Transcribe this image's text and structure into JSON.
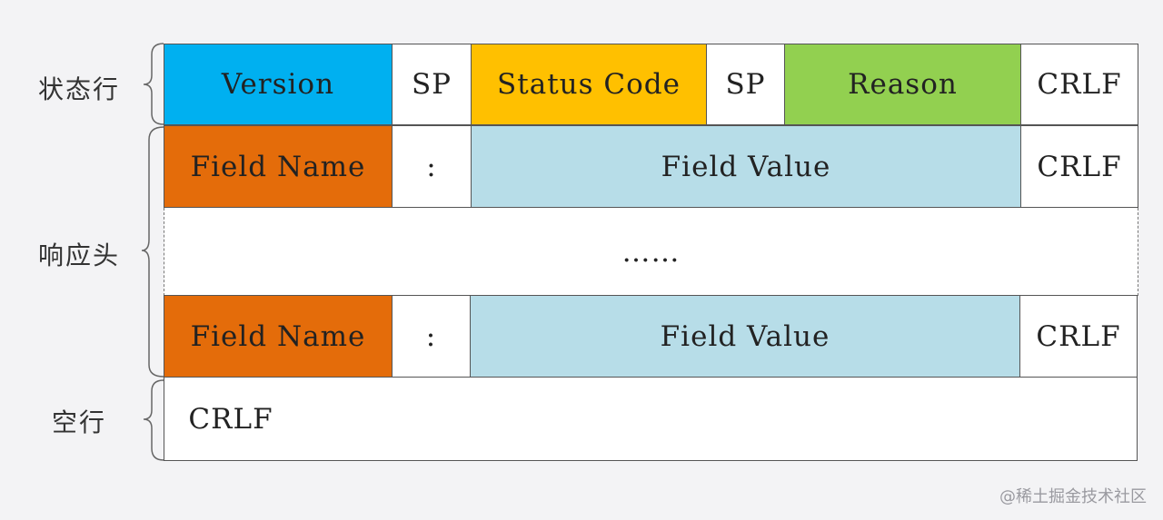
{
  "sections": {
    "status_line": "状态行",
    "response_headers": "响应头",
    "blank_line": "空行"
  },
  "status_line": {
    "version": "Version",
    "sp1": "SP",
    "status_code": "Status Code",
    "sp2": "SP",
    "reason": "Reason",
    "crlf": "CRLF"
  },
  "header_row_1": {
    "field_name": "Field Name",
    "colon": ":",
    "field_value": "Field Value",
    "crlf": "CRLF"
  },
  "ellipsis": "……",
  "header_row_2": {
    "field_name": "Field Name",
    "colon": ":",
    "field_value": "Field Value",
    "crlf": "CRLF"
  },
  "blank_line": {
    "crlf": "CRLF"
  },
  "colors": {
    "version": "#00b0f0",
    "status_code": "#ffc000",
    "reason": "#92d050",
    "field_name": "#e46c0a",
    "field_value": "#b7dde8"
  },
  "watermark": "@稀土掘金技术社区"
}
